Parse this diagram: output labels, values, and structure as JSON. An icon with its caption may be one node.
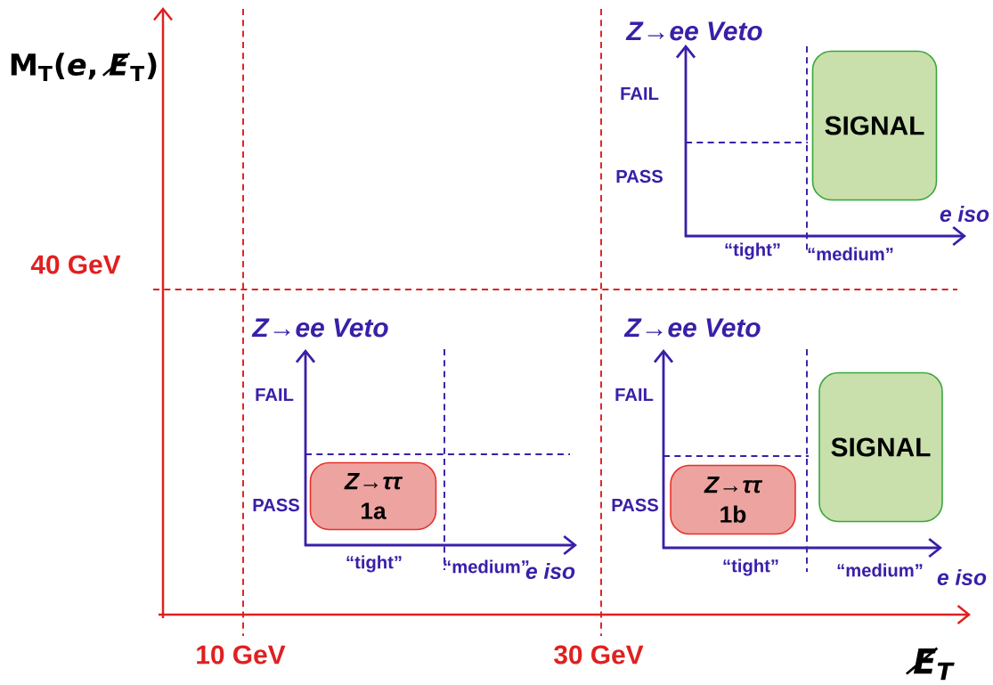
{
  "diagram": {
    "nodes": [
      {
        "text": [
          "SIGNAL"
        ]
      },
      {
        "text": [
          "Z→ττ",
          "1a"
        ]
      },
      {
        "text": [
          "Z→ττ",
          "1b"
        ]
      },
      {
        "text": [
          "SIGNAL"
        ]
      }
    ],
    "labels": [
      "M$_{T}$(*e*, *E̸*$_{T}$)",
      "Z→ee Veto",
      "FAIL",
      "PASS",
      "“tight”",
      "“medium”",
      "e iso",
      "40 GeV",
      "Z→ee Veto",
      "Z→ee Veto",
      "FAIL",
      "FAIL",
      "PASS",
      "PASS",
      "“tight”",
      "“medium”",
      "e iso",
      "“tight”",
      "“medium”",
      "e iso",
      "10 GeV",
      "30 GeV",
      "E̸$_{T}$"
    ]
  }
}
